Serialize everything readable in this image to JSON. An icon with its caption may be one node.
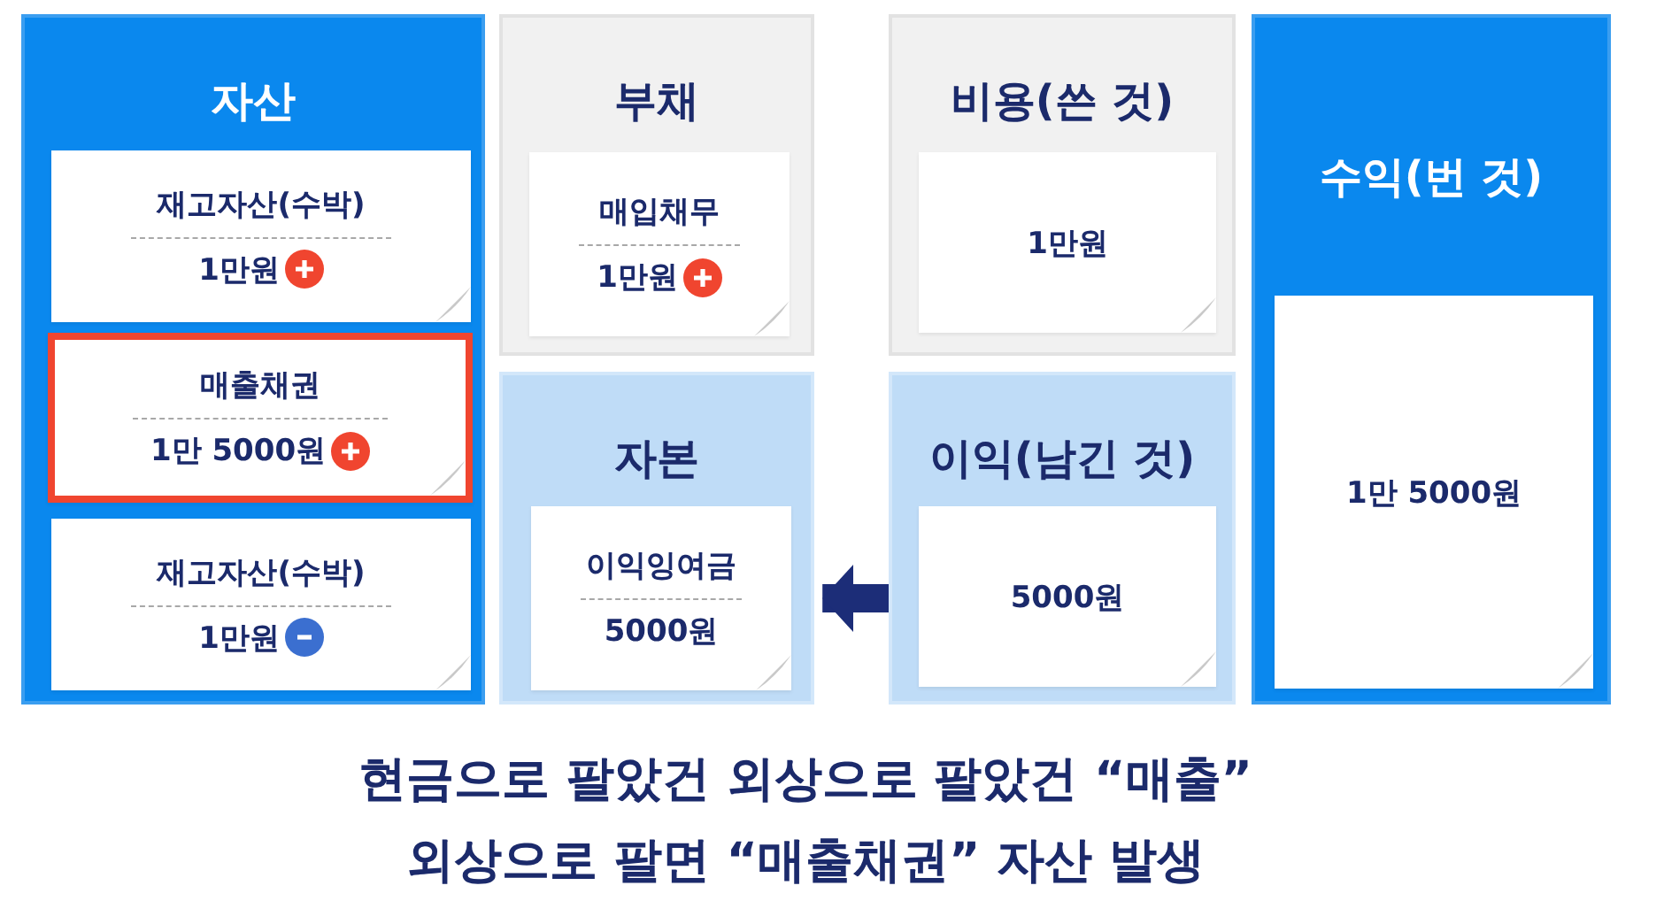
{
  "diagram": {
    "nodes": [
      {
        "text": [
          "자산"
        ]
      },
      {
        "text": [
          "재고자산(수박)",
          "1만원"
        ],
        "in": 0
      },
      {
        "text": [
          "매출채권",
          "1만 5000원"
        ],
        "in": 0
      },
      {
        "text": [
          "재고자산(수박)",
          "1만원"
        ],
        "in": 0
      },
      {
        "text": [
          "부채"
        ]
      },
      {
        "text": [
          "매입채무",
          "1만원"
        ],
        "in": 4
      },
      {
        "text": [
          "자본"
        ]
      },
      {
        "text": [
          "이익잉여금",
          "5000원"
        ],
        "in": 6
      },
      {
        "text": [
          "비용(쓴 것)"
        ]
      },
      {
        "text": [
          "1만원"
        ],
        "in": 8
      },
      {
        "text": [
          "이익(남긴 것)"
        ]
      },
      {
        "text": [
          "5000원"
        ],
        "in": 10
      },
      {
        "text": [
          "수익(번 것)"
        ]
      },
      {
        "text": [
          "1만 5000원"
        ],
        "in": 12
      }
    ],
    "edges": [
      {
        "from": 10,
        "to": 7,
        "arrow": "to",
        "color": "#1c2d78"
      }
    ],
    "labels": [
      "현금으로 팔았건 외상으로 팔았건 “매출”",
      "외상으로 팔면 “매출채권” 자산 발생"
    ]
  }
}
